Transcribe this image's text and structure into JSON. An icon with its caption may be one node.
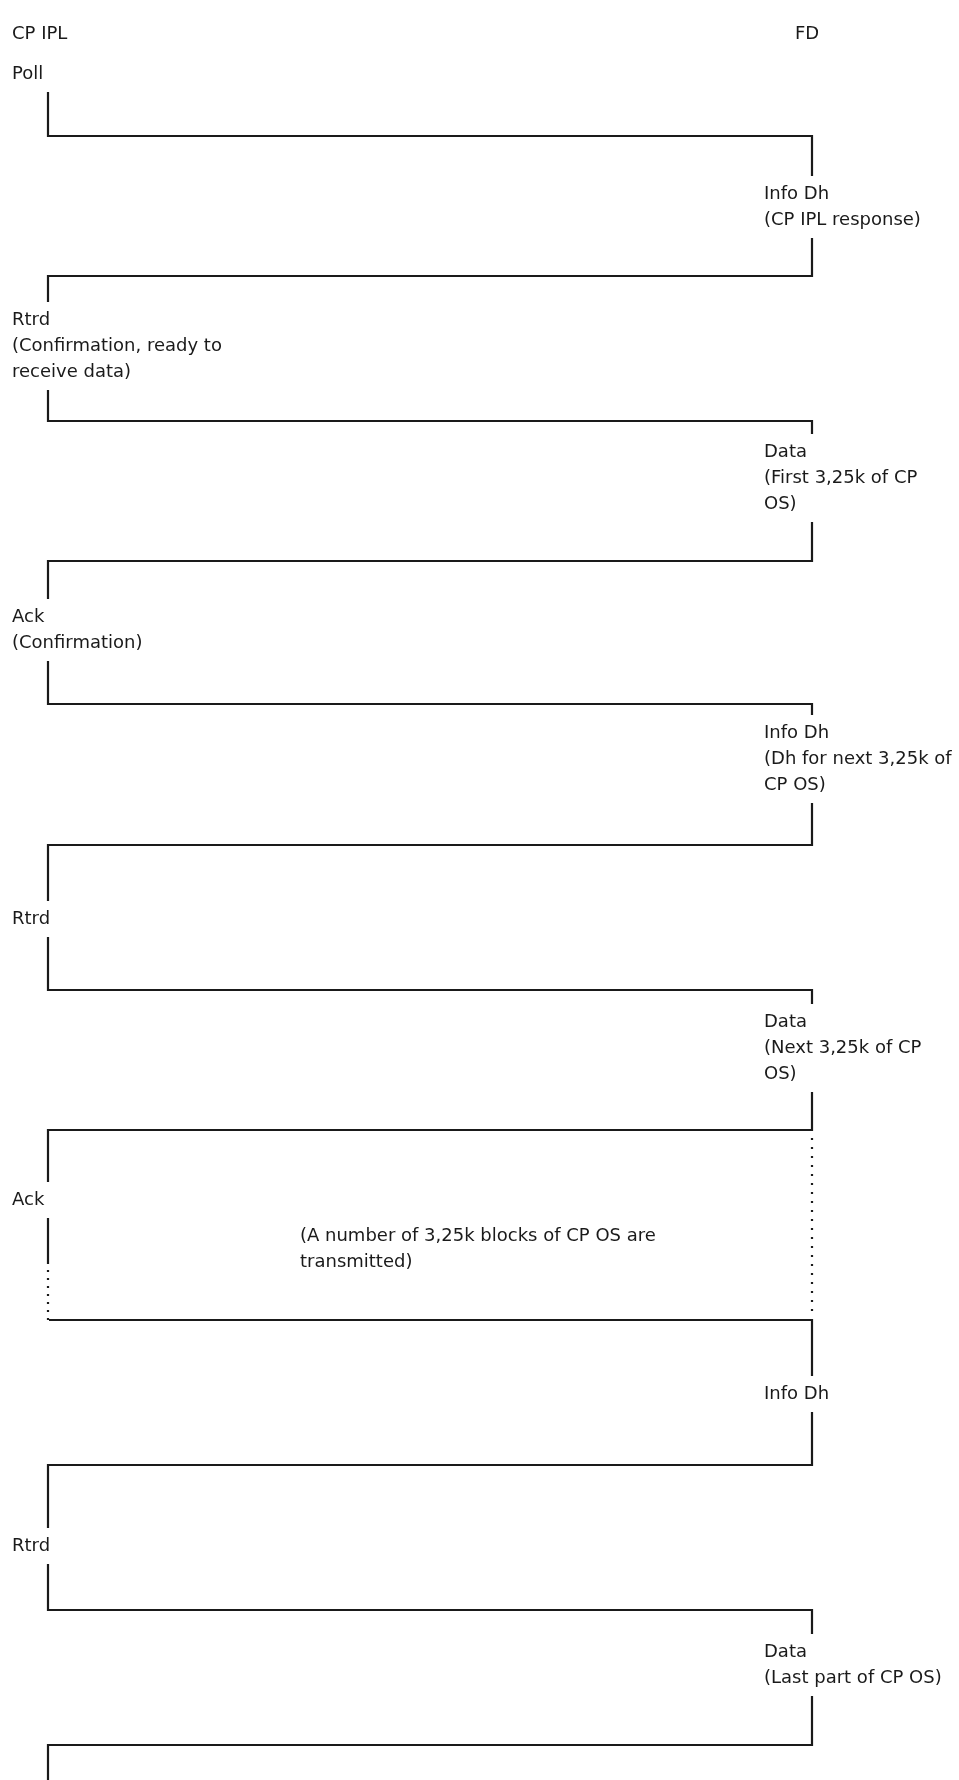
{
  "diagram": {
    "nodes": [
      {
        "text": [
          "Poll"
        ]
      },
      {
        "text": [
          "Info Dh",
          "(CP IPL response)"
        ]
      },
      {
        "text": [
          "Rtrd",
          "(Confirmation, ready to receive data)"
        ]
      },
      {
        "text": [
          "Data",
          "(First 3,25k of CP OS)"
        ]
      },
      {
        "text": [
          "Ack",
          "(Confirmation)"
        ]
      },
      {
        "text": [
          "Info Dh",
          "(Dh for next 3,25k of CP OS)"
        ]
      },
      {
        "text": [
          "Rtrd"
        ]
      },
      {
        "text": [
          "Data",
          "(Next 3,25k of CP OS)"
        ]
      },
      {
        "text": [
          "Ack"
        ]
      },
      {
        "text": [
          "Info Dh"
        ]
      },
      {
        "text": [
          "Rtrd"
        ]
      },
      {
        "text": [
          "Data",
          "(Last part of CP OS)"
        ]
      }
    ],
    "edges": [
      {
        "from": 0,
        "to": 1,
        "arrow": "none"
      },
      {
        "from": 1,
        "to": 2,
        "arrow": "none"
      },
      {
        "from": 2,
        "to": 3,
        "arrow": "none"
      },
      {
        "from": 3,
        "to": 4,
        "arrow": "none"
      },
      {
        "from": 4,
        "to": 5,
        "arrow": "none"
      },
      {
        "from": 5,
        "to": 6,
        "arrow": "none"
      },
      {
        "from": 6,
        "to": 7,
        "arrow": "none"
      },
      {
        "from": 7,
        "to": 8,
        "arrow": "none"
      },
      {
        "from": 8,
        "to": 9,
        "arrow": "none",
        "style": "dashed"
      },
      {
        "from": 9,
        "to": 10,
        "arrow": "none"
      },
      {
        "from": 10,
        "to": 11,
        "arrow": "none"
      },
      {
        "from": 11,
        "to": null,
        "arrow": "none"
      }
    ],
    "labels": [
      "CP IPL",
      "FD",
      "(A number of 3,25k blocks of CP OS are transmitted)"
    ]
  }
}
